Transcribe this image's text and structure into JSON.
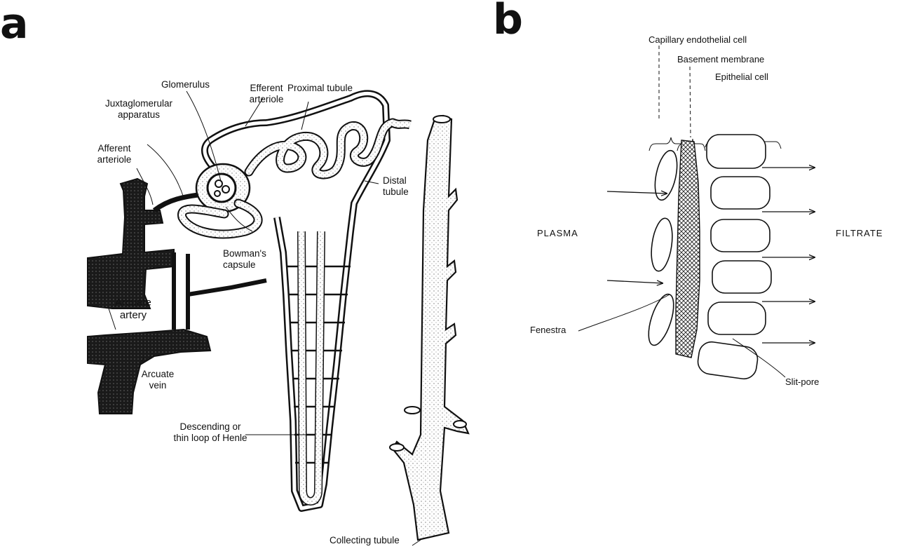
{
  "panel_a": {
    "letter": "a",
    "labels": {
      "glomerulus": "Glomerulus",
      "efferent_arteriole": [
        "Efferent",
        "arteriole"
      ],
      "proximal_tubule": "Proximal tubule",
      "juxtaglomerular_apparatus": [
        "Juxtaglomerular",
        "apparatus"
      ],
      "afferent_arteriole": [
        "Afferent",
        "arteriole"
      ],
      "distal_tubule": [
        "Distal",
        "tubule"
      ],
      "bowmans_capsule": [
        "Bowman's",
        "capsule"
      ],
      "arcuate_artery": [
        "Arcuate",
        "artery"
      ],
      "arcuate_vein": [
        "Arcuate",
        "vein"
      ],
      "loop_of_henle": [
        "Descending or",
        "thin loop of Henle"
      ],
      "collecting_tubule": "Collecting tubule"
    }
  },
  "panel_b": {
    "letter": "b",
    "labels": {
      "capillary_endothelial_cell": "Capillary endothelial cell",
      "basement_membrane": "Basement membrane",
      "epithelial_cell": "Epithelial cell",
      "plasma": "PLASMA",
      "filtrate": "FILTRATE",
      "fenestra": "Fenestra",
      "slit_pore": "Slit-pore"
    }
  },
  "colors": {
    "ink": "#111111",
    "stipple": "#9a9a9a",
    "background": "#ffffff"
  }
}
